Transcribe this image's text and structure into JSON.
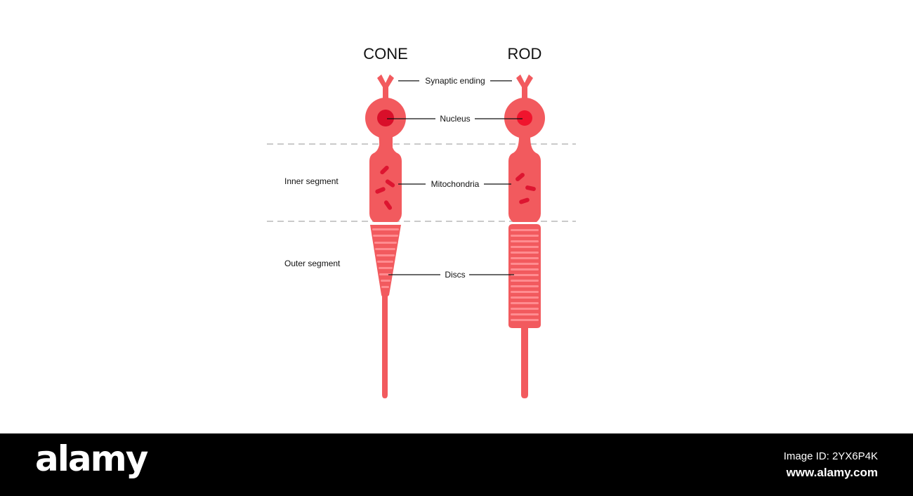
{
  "titles": {
    "cone": "CONE",
    "rod": "ROD"
  },
  "labels": {
    "synaptic_ending": "Synaptic ending",
    "nucleus": "Nucleus",
    "mitochondria": "Mitochondria",
    "discs": "Discs",
    "inner_segment": "Inner segment",
    "outer_segment": "Outer segment"
  },
  "colors": {
    "cell_body": "#f25a5e",
    "nucleus_cone": "#d90f2a",
    "nucleus_rod": "#f0142d",
    "mitochondria": "#dd1530",
    "disc": "#ff8c90",
    "leader_line": "#111111",
    "divider": "#aaaaaa"
  },
  "footer": {
    "logo": "alamy",
    "image_id": "Image ID: 2YX6P4K",
    "site": "www.alamy.com"
  }
}
